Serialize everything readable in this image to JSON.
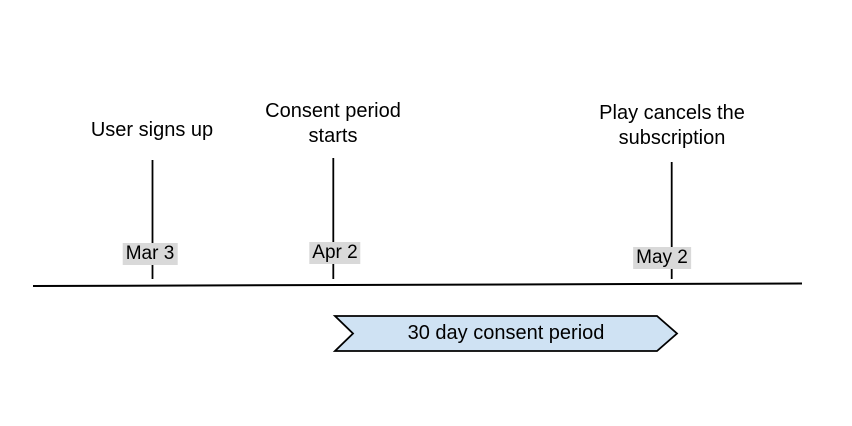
{
  "diagram": {
    "events": [
      {
        "label": "User signs up",
        "date": "Mar 3"
      },
      {
        "label": "Consent period\nstarts",
        "date": "Apr 2"
      },
      {
        "label": "Play cancels the\nsubscription",
        "date": "May 2"
      }
    ],
    "banner_label": "30 day consent period"
  },
  "colors": {
    "text": "#000000",
    "line": "#000000",
    "chip_bg": "#d9d9d9",
    "banner_fill": "#cfe2f3",
    "banner_stroke": "#000000"
  }
}
